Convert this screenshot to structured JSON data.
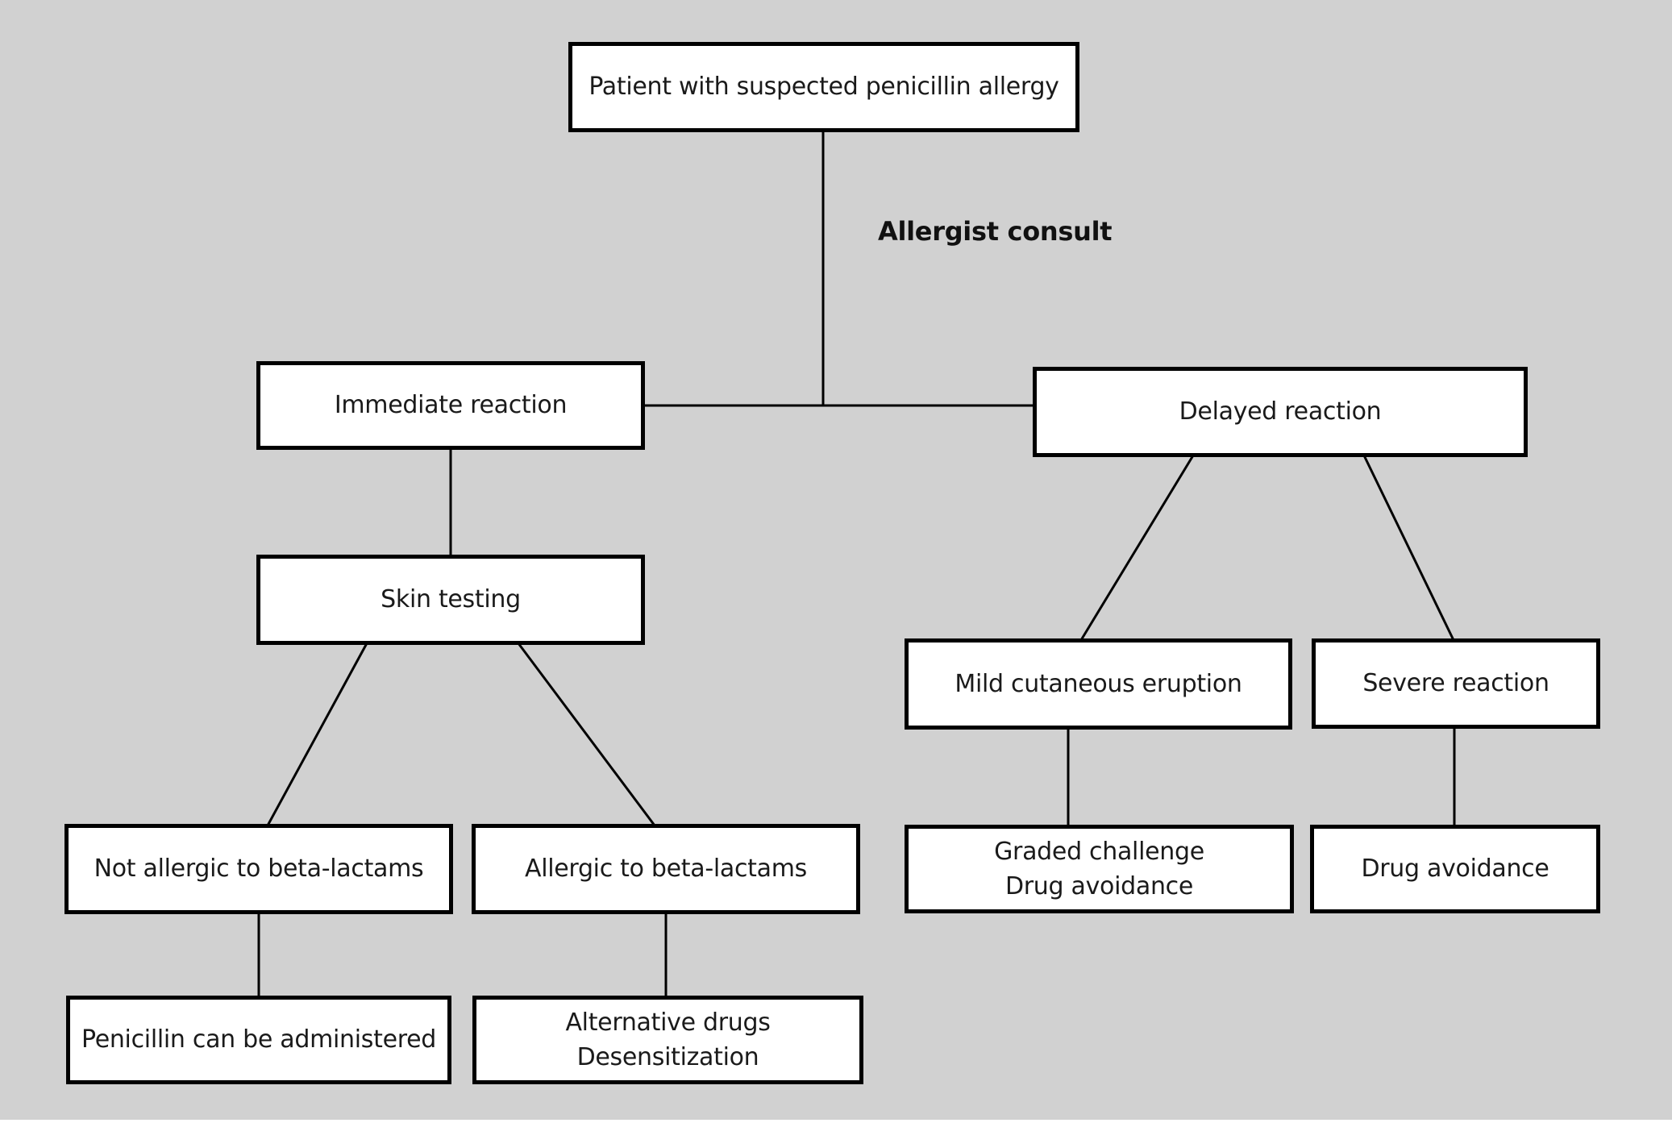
{
  "diagram": {
    "type": "flowchart",
    "background_color": "#d1d1d1",
    "box_fill_color": "#ffffff",
    "box_border_color": "#000000",
    "connector_color": "#000000",
    "bottom_strip_color": "#ffffff"
  },
  "nodes": {
    "patient": {
      "label": "Patient with suspected penicillin allergy"
    },
    "immediate": {
      "label": "Immediate reaction"
    },
    "delayed": {
      "label": "Delayed reaction"
    },
    "skin_testing": {
      "label": "Skin testing"
    },
    "not_allergic": {
      "label": "Not allergic to beta-lactams"
    },
    "allergic": {
      "label": "Allergic to beta-lactams"
    },
    "penicillin_ok": {
      "label": "Penicillin can be administered"
    },
    "alternative": {
      "label": "Alternative drugs\nDesensitization"
    },
    "mild": {
      "label": "Mild cutaneous eruption"
    },
    "severe": {
      "label": "Severe reaction"
    },
    "graded": {
      "label": "Graded challenge\nDrug avoidance"
    },
    "avoidance": {
      "label": "Drug avoidance"
    }
  },
  "annotations": {
    "allergist_consult": "Allergist consult"
  },
  "edges": [
    {
      "from": "patient",
      "to": "immediate",
      "label": "Allergist consult"
    },
    {
      "from": "patient",
      "to": "delayed",
      "label": "Allergist consult"
    },
    {
      "from": "immediate",
      "to": "skin_testing",
      "label": ""
    },
    {
      "from": "skin_testing",
      "to": "not_allergic",
      "label": ""
    },
    {
      "from": "skin_testing",
      "to": "allergic",
      "label": ""
    },
    {
      "from": "not_allergic",
      "to": "penicillin_ok",
      "label": ""
    },
    {
      "from": "allergic",
      "to": "alternative",
      "label": ""
    },
    {
      "from": "delayed",
      "to": "mild",
      "label": ""
    },
    {
      "from": "delayed",
      "to": "severe",
      "label": ""
    },
    {
      "from": "mild",
      "to": "graded",
      "label": ""
    },
    {
      "from": "severe",
      "to": "avoidance",
      "label": ""
    }
  ]
}
